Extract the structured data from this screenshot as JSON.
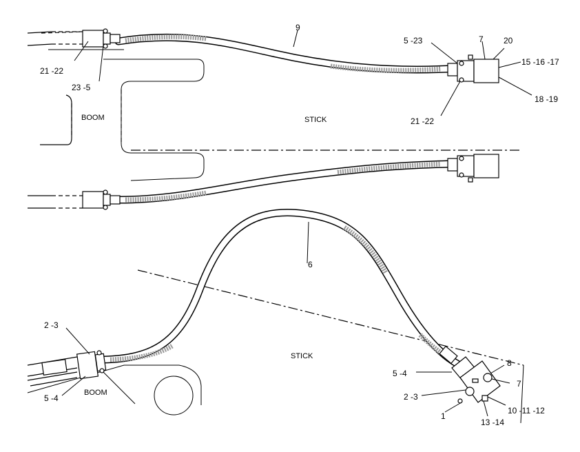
{
  "regions": {
    "boom_top": "BOOM",
    "stick_top": "STICK",
    "stick_bottom": "STICK",
    "boom_bottom": "BOOM"
  },
  "callouts_top": [
    {
      "id": "c9",
      "text": "9"
    },
    {
      "id": "c7t",
      "text": "7"
    },
    {
      "id": "c20",
      "text": "20"
    },
    {
      "id": "c523",
      "text": "5 -23"
    },
    {
      "id": "c151617",
      "text": "15 -16 -17"
    },
    {
      "id": "c1819",
      "text": "18 -19"
    },
    {
      "id": "c2122r",
      "text": "21 -22"
    },
    {
      "id": "c2122l",
      "text": "21 -22"
    },
    {
      "id": "c235",
      "text": "23  -5"
    }
  ],
  "callouts_bottom": [
    {
      "id": "c6",
      "text": "6"
    },
    {
      "id": "c23l",
      "text": "2 -3"
    },
    {
      "id": "c54l",
      "text": "5 -4"
    },
    {
      "id": "c54r",
      "text": "5 -4"
    },
    {
      "id": "c8",
      "text": "8"
    },
    {
      "id": "c7b",
      "text": "7"
    },
    {
      "id": "c23r",
      "text": "2 -3"
    },
    {
      "id": "c1",
      "text": "1"
    },
    {
      "id": "c101112",
      "text": "10 -11 -12"
    },
    {
      "id": "c1314",
      "text": "13 -14"
    }
  ]
}
